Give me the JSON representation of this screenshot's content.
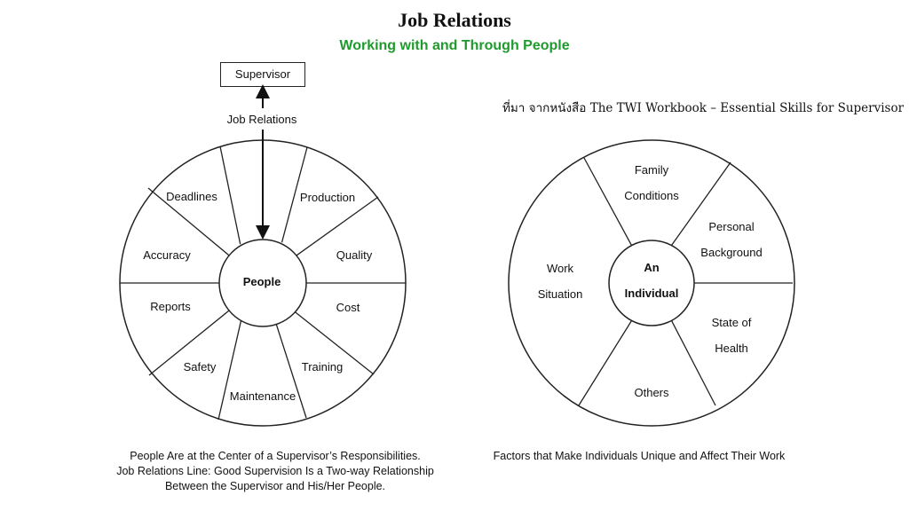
{
  "header": {
    "title": "Job Relations",
    "subtitle": "Working with and Through People",
    "subtitle_color": "#1f9a2c"
  },
  "source_note": "ที่มา จากหนังสือ The TWI Workbook  – Essential Skills for Supervisor",
  "left_diagram": {
    "supervisor_label": "Supervisor",
    "job_relations_label": "Job Relations",
    "center_label": "People",
    "segments": {
      "deadlines": "Deadlines",
      "production": "Production",
      "accuracy": "Accuracy",
      "quality": "Quality",
      "reports": "Reports",
      "cost": "Cost",
      "safety": "Safety",
      "training": "Training",
      "maintenance": "Maintenance"
    },
    "caption": {
      "line1": "People Are at the Center of a Supervisor’s Responsibilities.",
      "line2": "Job Relations Line: Good Supervision Is a Two-way Relationship",
      "line3": "Between the Supervisor and His/Her People."
    }
  },
  "right_diagram": {
    "center_line1": "An",
    "center_line2": "Individual",
    "segments": {
      "family_1": "Family",
      "family_2": "Conditions",
      "personal_1": "Personal",
      "personal_2": "Background",
      "work_1": "Work",
      "work_2": "Situation",
      "health_1": "State of",
      "health_2": "Health",
      "others": "Others"
    },
    "caption": "Factors that Make Individuals Unique and Affect Their Work"
  }
}
